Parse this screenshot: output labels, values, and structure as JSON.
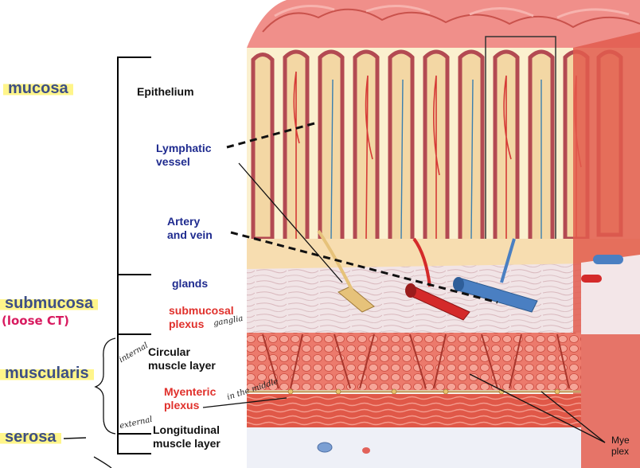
{
  "layers": {
    "mucosa": "mucosa",
    "submucosa": "submucosa",
    "muscularis": "muscularis",
    "serosa": "serosa"
  },
  "structures": {
    "epithelium": "Epithelium",
    "lymphatic_vessel_1": "Lymphatic",
    "lymphatic_vessel_2": "vessel",
    "artery_vein_1": "Artery",
    "artery_vein_2": "and vein",
    "glands": "glands",
    "submucosal_plexus_1": "submucosal",
    "submucosal_plexus_2": "plexus",
    "circular_muscle_1": "Circular",
    "circular_muscle_2": "muscle layer",
    "myenteric_plexus_1": "Myenteric",
    "myenteric_plexus_2": "plexus",
    "longitudinal_muscle_1": "Longitudinal",
    "longitudinal_muscle_2": "muscle layer",
    "myenteric_cut_1": "Mye",
    "myenteric_cut_2": "plex"
  },
  "handwritten": {
    "loose_ct": "(loose CT)",
    "ganglia": "ganglia",
    "internal": "internal",
    "in_the_middle": "in the middle",
    "external": "external"
  },
  "colors": {
    "label_highlight": "#fff58a",
    "mucosa_tissue": "#f08f8a",
    "lamina_propria": "#fbf0cf",
    "submucosa_tissue": "#f3e9ea",
    "muscle": "#e35b4f",
    "artery": "#d42a2a",
    "vein": "#4a7fc2",
    "lymph": "#e6c27a"
  }
}
